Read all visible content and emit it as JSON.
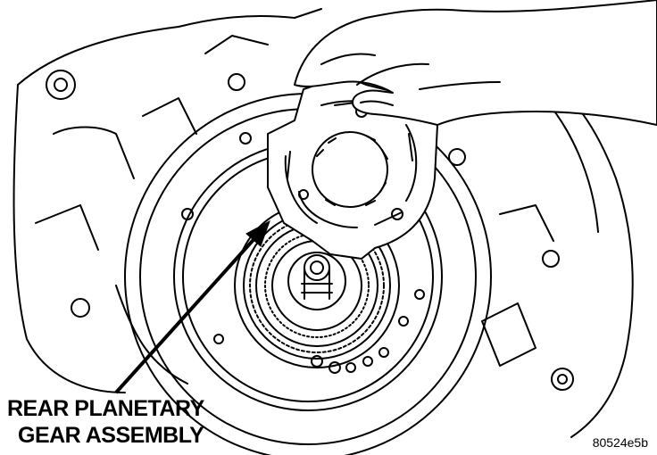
{
  "callout": {
    "line1": "REAR PLANETARY",
    "line2": "GEAR ASSEMBLY"
  },
  "figure_id": "80524e5b",
  "colors": {
    "ink": "#000000",
    "paper": "#ffffff"
  }
}
